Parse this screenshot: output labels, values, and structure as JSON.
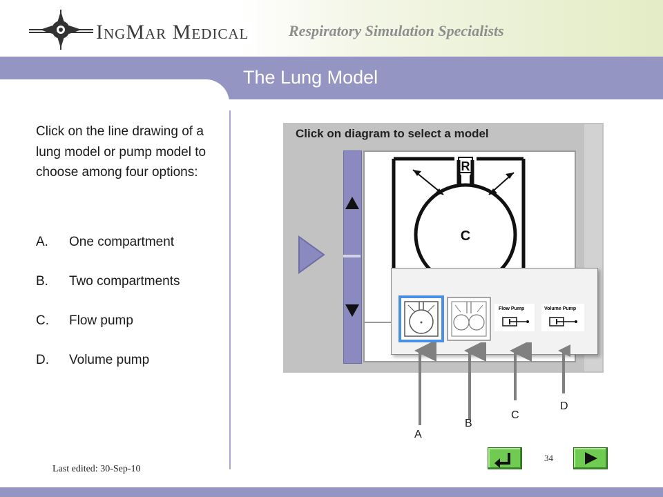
{
  "header": {
    "logo_text": "IngMar Medical",
    "tagline": "Respiratory Simulation Specialists"
  },
  "title": "The Lung Model",
  "intro": "Click on the line drawing of a lung model or pump model to choose among four options:",
  "options": [
    {
      "letter": "A.",
      "label": "One compartment"
    },
    {
      "letter": "B.",
      "label": "Two compartments"
    },
    {
      "letter": "C.",
      "label": "Flow pump"
    },
    {
      "letter": "D.",
      "label": "Volume pump"
    }
  ],
  "screenshot": {
    "title": "Click on diagram to select a model",
    "diagram_r": "R",
    "diagram_c": "C",
    "model_options": [
      {
        "label": "",
        "kind": "one-compartment"
      },
      {
        "label": "",
        "kind": "two-compartments"
      },
      {
        "label": "Flow Pump",
        "kind": "flow-pump"
      },
      {
        "label": "Volume Pump",
        "kind": "volume-pump"
      }
    ]
  },
  "markers": [
    "A",
    "B",
    "C",
    "D"
  ],
  "footer": {
    "last_edited": "Last edited: 30-Sep-10",
    "page_number": "34"
  },
  "colors": {
    "title_bar": "#9595c4",
    "nav_button": "#6fcb52",
    "selection_border": "#4a8fe0"
  }
}
